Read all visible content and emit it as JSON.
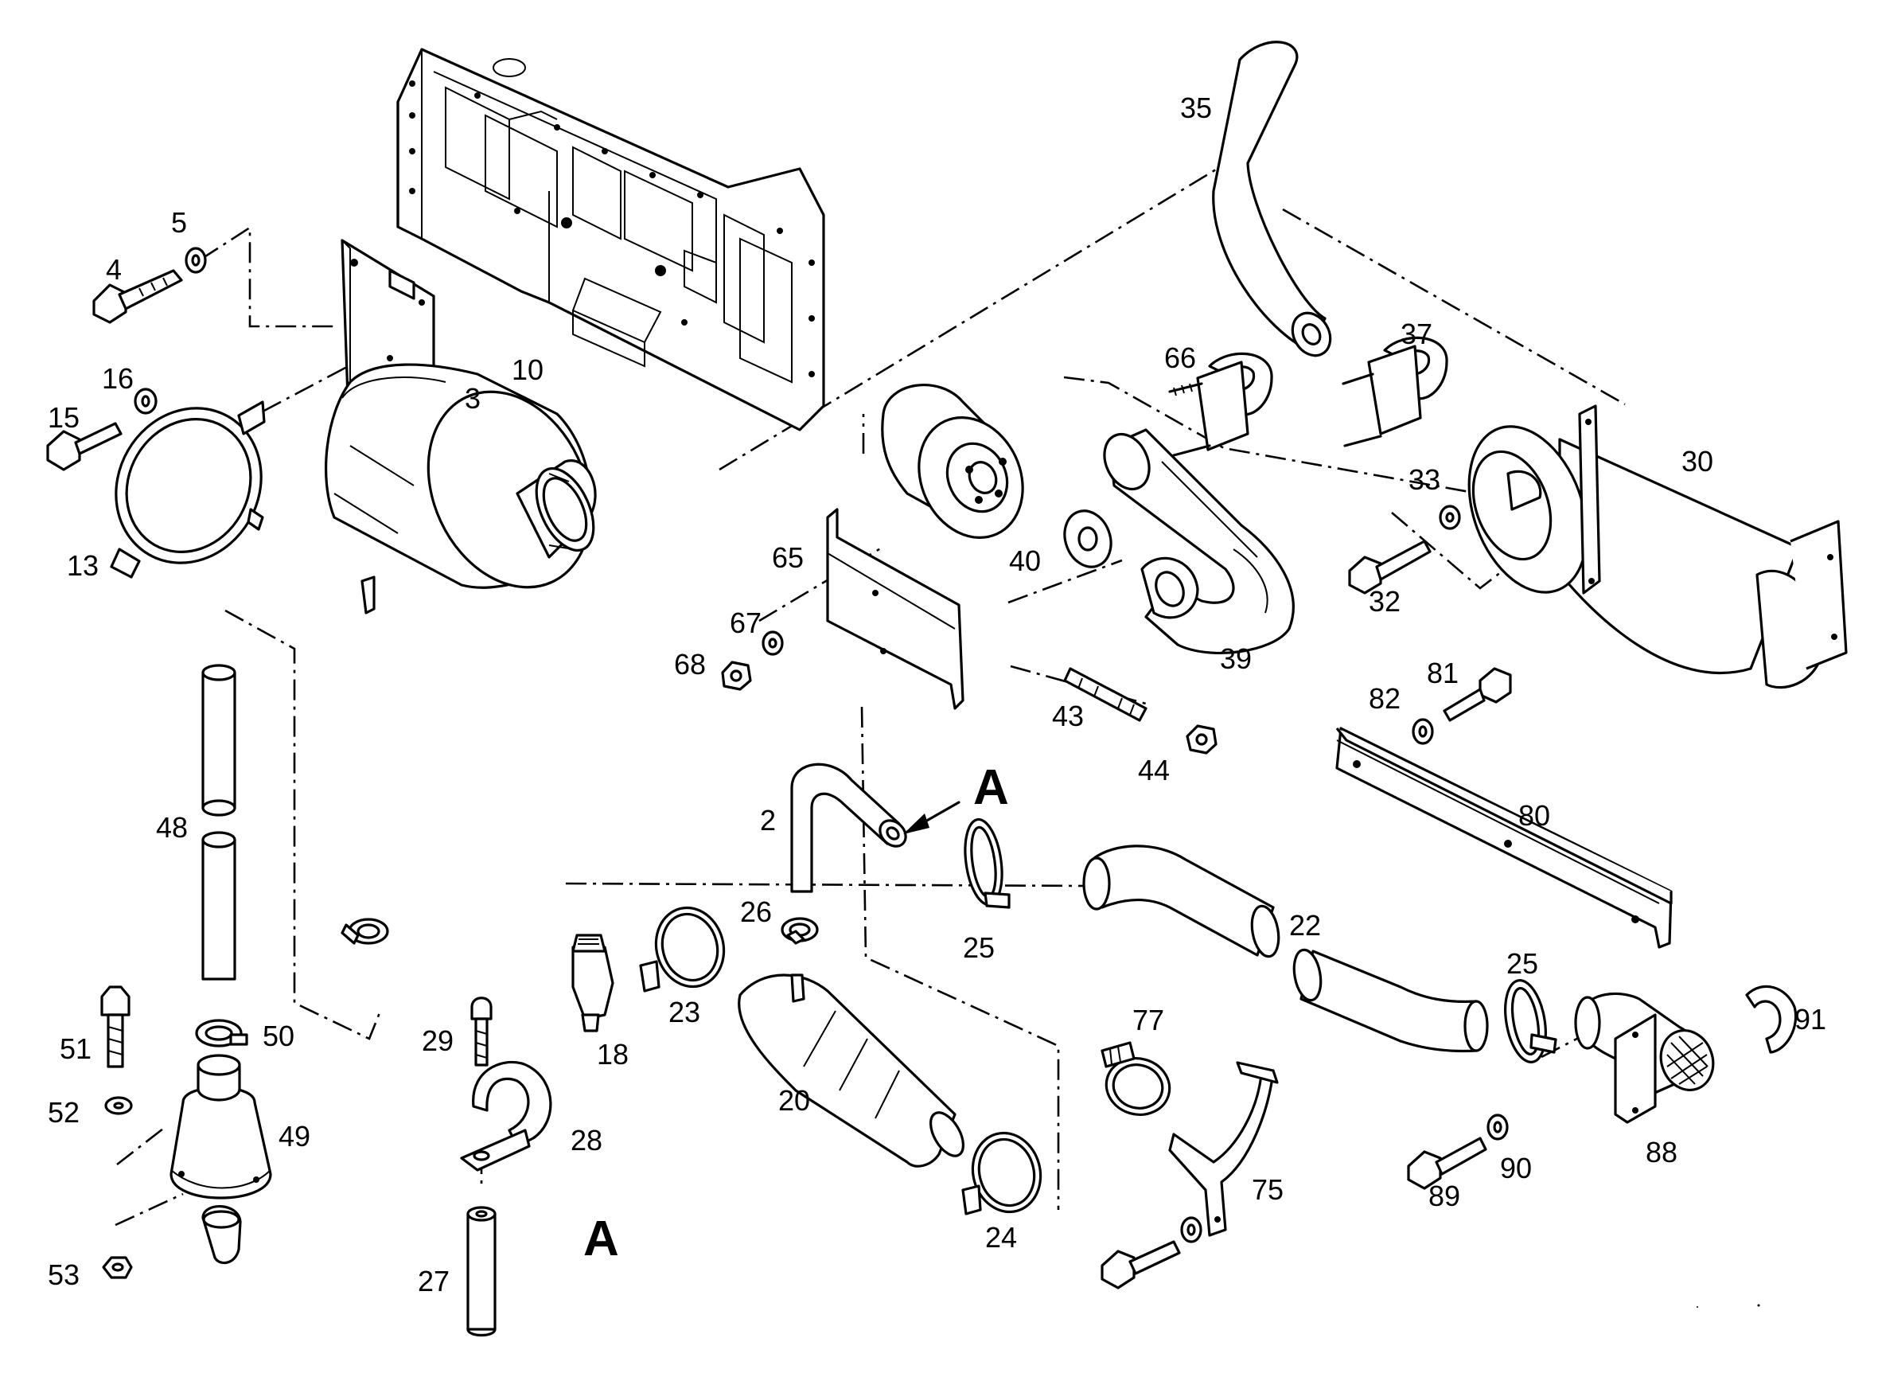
{
  "diagram": {
    "callouts": {
      "p2": "2",
      "p3": "3",
      "p4": "4",
      "p5": "5",
      "p10": "10",
      "p13": "13",
      "p15": "15",
      "p16": "16",
      "p18": "18",
      "p20": "20",
      "p22": "22",
      "p23": "23",
      "p24": "24",
      "p25a": "25",
      "p25b": "25",
      "p26": "26",
      "p27": "27",
      "p28": "28",
      "p29": "29",
      "p30": "30",
      "p32": "32",
      "p33": "33",
      "p35": "35",
      "p37": "37",
      "p39": "39",
      "p40": "40",
      "p43": "43",
      "p44": "44",
      "p48": "48",
      "p49": "49",
      "p50": "50",
      "p51": "51",
      "p52": "52",
      "p53": "53",
      "p65": "65",
      "p66": "66",
      "p67": "67",
      "p68": "68",
      "p75": "75",
      "p77": "77",
      "p80": "80",
      "p81": "81",
      "p82": "82",
      "p88": "88",
      "p89": "89",
      "p90": "90",
      "p91": "91"
    },
    "detail_marker_top": "A",
    "detail_marker_bottom": "A"
  }
}
